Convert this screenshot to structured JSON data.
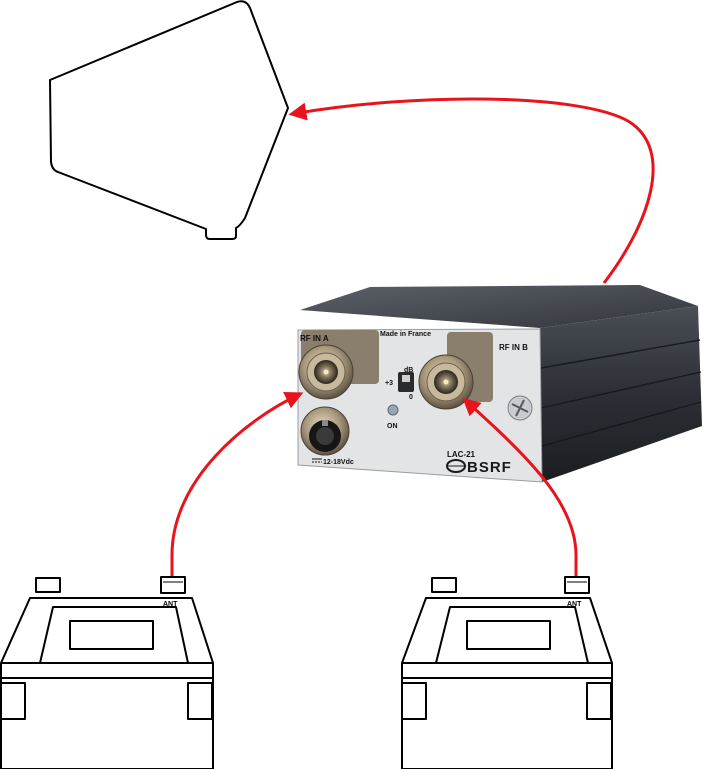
{
  "device": {
    "rf_in_a": "RF IN A",
    "rf_in_b": "RF IN B",
    "made_in": "Made in France",
    "db_label": "dB",
    "gain_plus": "+3",
    "gain_zero": "0",
    "on_label": "ON",
    "power_label": "12-18Vdc",
    "model": "LAC-21",
    "brand": "BSRF"
  },
  "receivers": [
    {
      "ant_label": "ANT"
    },
    {
      "ant_label": "ANT"
    }
  ],
  "colors": {
    "cable": "#e8141b",
    "outline": "#000000",
    "chassis": "#2a2d33",
    "faceplate": "#e2e3e5",
    "connector": "#b9a98f"
  }
}
